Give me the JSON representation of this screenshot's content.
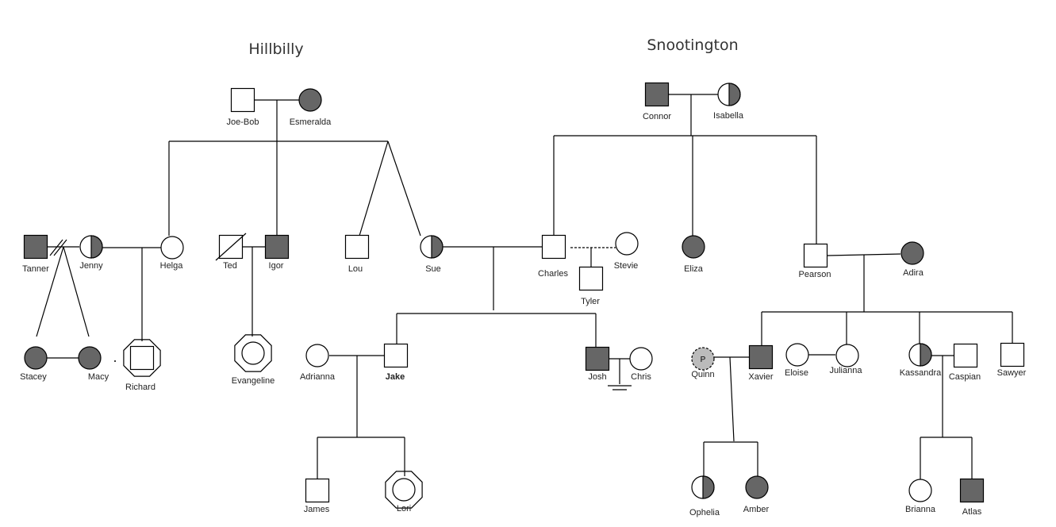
{
  "families": {
    "hillbilly": {
      "title": "Hillbilly"
    },
    "snootington": {
      "title": "Snootington"
    }
  },
  "colors": {
    "affected": "#666666",
    "unaffected": "#ffffff",
    "line": "#000000"
  },
  "people": {
    "joe_bob": {
      "name": "Joe-Bob",
      "sex": "male",
      "status": "unaffected"
    },
    "esmeralda": {
      "name": "Esmeralda",
      "sex": "female",
      "status": "affected"
    },
    "tanner": {
      "name": "Tanner",
      "sex": "male",
      "status": "affected"
    },
    "jenny": {
      "name": "Jenny",
      "sex": "female",
      "status": "carrier"
    },
    "helga": {
      "name": "Helga",
      "sex": "female",
      "status": "unaffected"
    },
    "ted": {
      "name": "Ted",
      "sex": "male",
      "status": "deceased"
    },
    "igor": {
      "name": "Igor",
      "sex": "male",
      "status": "affected"
    },
    "lou": {
      "name": "Lou",
      "sex": "male",
      "status": "unaffected"
    },
    "sue": {
      "name": "Sue",
      "sex": "female",
      "status": "carrier"
    },
    "stacey": {
      "name": "Stacey",
      "sex": "female",
      "status": "affected"
    },
    "macy": {
      "name": "Macy",
      "sex": "female",
      "status": "affected"
    },
    "richard": {
      "name": "Richard",
      "sex": "male",
      "status": "adopted"
    },
    "evangeline": {
      "name": "Evangeline",
      "sex": "female",
      "status": "adopted"
    },
    "connor": {
      "name": "Connor",
      "sex": "male",
      "status": "affected"
    },
    "isabella": {
      "name": "Isabella",
      "sex": "female",
      "status": "carrier"
    },
    "charles": {
      "name": "Charles",
      "sex": "male",
      "status": "unaffected"
    },
    "stevie": {
      "name": "Stevie",
      "sex": "female",
      "status": "unaffected"
    },
    "tyler": {
      "name": "Tyler",
      "sex": "male",
      "status": "unaffected"
    },
    "eliza": {
      "name": "Eliza",
      "sex": "female",
      "status": "affected"
    },
    "pearson": {
      "name": "Pearson",
      "sex": "male",
      "status": "unaffected"
    },
    "adira": {
      "name": "Adira",
      "sex": "female",
      "status": "affected"
    },
    "adrianna": {
      "name": "Adrianna",
      "sex": "female",
      "status": "unaffected"
    },
    "jake": {
      "name": "Jake",
      "sex": "male",
      "status": "unaffected"
    },
    "josh": {
      "name": "Josh",
      "sex": "male",
      "status": "affected"
    },
    "chris": {
      "name": "Chris",
      "sex": "female",
      "status": "unaffected"
    },
    "quinn": {
      "name": "Quinn",
      "sex": "female",
      "status": "pregnancy",
      "mark": "P"
    },
    "xavier": {
      "name": "Xavier",
      "sex": "male",
      "status": "affected"
    },
    "eloise": {
      "name": "Eloise",
      "sex": "female",
      "status": "unaffected"
    },
    "julianna": {
      "name": "Julianna",
      "sex": "female",
      "status": "unaffected"
    },
    "kassandra": {
      "name": "Kassandra",
      "sex": "female",
      "status": "carrier"
    },
    "caspian": {
      "name": "Caspian",
      "sex": "male",
      "status": "unaffected"
    },
    "sawyer": {
      "name": "Sawyer",
      "sex": "male",
      "status": "unaffected"
    },
    "james": {
      "name": "James",
      "sex": "male",
      "status": "unaffected"
    },
    "lori": {
      "name": "Lori",
      "sex": "female",
      "status": "adopted"
    },
    "ophelia": {
      "name": "Ophelia",
      "sex": "female",
      "status": "carrier"
    },
    "amber": {
      "name": "Amber",
      "sex": "female",
      "status": "affected"
    },
    "brianna": {
      "name": "Brianna",
      "sex": "female",
      "status": "unaffected"
    },
    "atlas": {
      "name": "Atlas",
      "sex": "male",
      "status": "affected"
    }
  }
}
